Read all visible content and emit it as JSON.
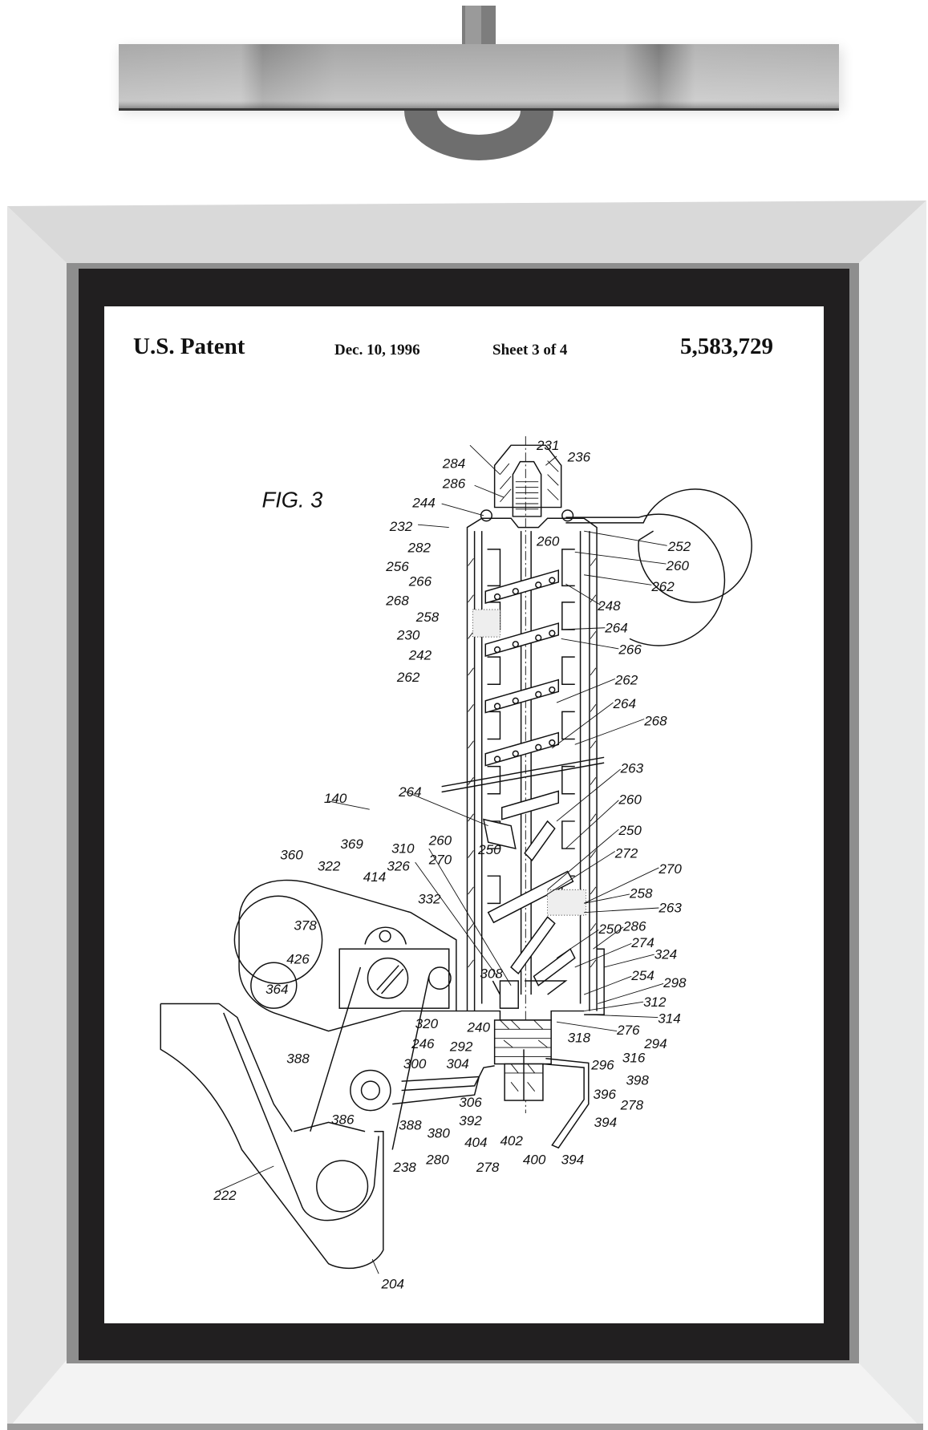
{
  "header": {
    "title": "U.S. Patent",
    "date": "Dec. 10, 1996",
    "sheet": "Sheet 3 of 4",
    "patent_number": "5,583,729"
  },
  "drawing": {
    "figure_label": "FIG. 3",
    "labels": [
      "231",
      "236",
      "284",
      "286",
      "244",
      "232",
      "282",
      "252",
      "256",
      "260",
      "260",
      "266",
      "262",
      "268",
      "248",
      "258",
      "264",
      "230",
      "266",
      "242",
      "262",
      "262",
      "264",
      "268",
      "263",
      "140",
      "264",
      "260",
      "250",
      "250",
      "260",
      "369",
      "360",
      "310",
      "272",
      "270",
      "322",
      "326",
      "414",
      "270",
      "332",
      "258",
      "263",
      "286",
      "250",
      "378",
      "274",
      "324",
      "426",
      "308",
      "254",
      "298",
      "364",
      "312",
      "314",
      "320",
      "240",
      "276",
      "246",
      "318",
      "294",
      "292",
      "388",
      "300",
      "304",
      "316",
      "296",
      "398",
      "306",
      "396",
      "278",
      "386",
      "392",
      "394",
      "388",
      "380",
      "404",
      "402",
      "238",
      "280",
      "400",
      "394",
      "278",
      "222",
      "204"
    ]
  },
  "colors": {
    "frame": "#e2e2e2",
    "mat": "#211f20",
    "paper": "#ffffff",
    "hanger": "#a8a8a8"
  }
}
